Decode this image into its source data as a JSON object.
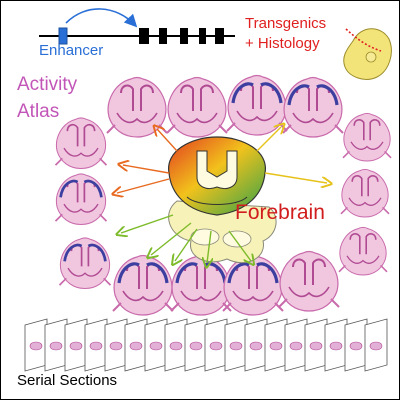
{
  "labels": {
    "enhancer": "Enhancer",
    "transgenics_line1": "Transgenics",
    "transgenics_line2": "+ Histology",
    "atlas_line1": "Activity",
    "atlas_line2": "Atlas",
    "forebrain": "Forebrain",
    "serial_sections": "Serial Sections"
  },
  "colors": {
    "enhancer_blue": "#2a6fd6",
    "transgenics_red": "#e02020",
    "atlas_pink": "#c256b8",
    "forebrain_red": "#d11d1d",
    "embryo_yellow": "#f3e47a",
    "section_pink": "#e8b4d4",
    "stain_blue": "#3d3fa0",
    "arrow_orange": "#e86a20",
    "arrow_green": "#7dbb2a",
    "arrow_yellow": "#e6c21a"
  },
  "icons": [
    "dna-locus-icon",
    "embryo-icon",
    "brain-section-icon",
    "forebrain-schematic-icon",
    "serial-slide-icon"
  ]
}
